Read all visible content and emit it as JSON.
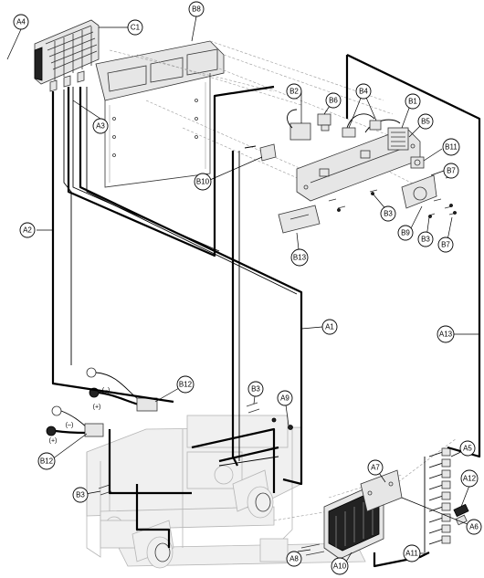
{
  "callouts": {
    "A1": "A1",
    "A2": "A2",
    "A3": "A3",
    "A4": "A4",
    "A5": "A5",
    "A6": "A6",
    "A7": "A7",
    "A8": "A8",
    "A9": "A9",
    "A10": "A10",
    "A11": "A11",
    "A12": "A12",
    "A13": "A13",
    "B1": "B1",
    "B2": "B2",
    "B3a": "B3",
    "B3b": "B3",
    "B3c": "B3",
    "B3d": "B3",
    "B4": "B4",
    "B5": "B5",
    "B6": "B6",
    "B7a": "B7",
    "B7b": "B7",
    "B8": "B8",
    "B9": "B9",
    "B10": "B10",
    "B11": "B11",
    "B12a": "B12",
    "B12b": "B12",
    "B13": "B13",
    "C1": "C1"
  },
  "polarity": {
    "neg1": "(–)",
    "pos1": "(+)",
    "neg2": "(–)",
    "pos2": "(+)"
  }
}
